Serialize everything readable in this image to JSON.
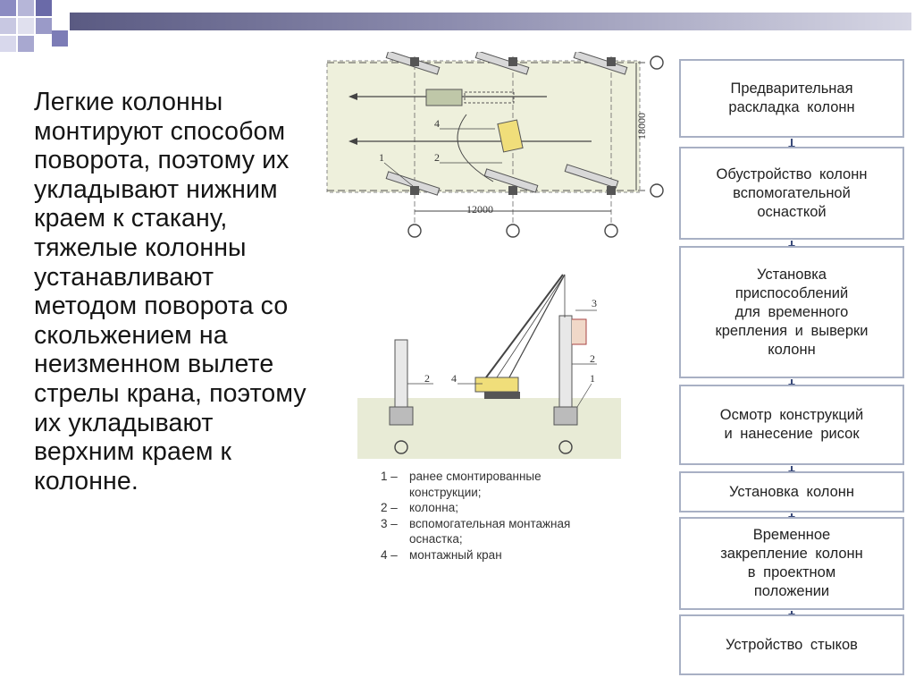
{
  "slide": {
    "body_text": "Легкие колонны монтируют способом поворота, поэтому их укладывают нижним краем к стакану, тяжелые колонны устанавливают методом поворота со скольжением на неизменном вылете стрелы крана, поэтому их укладывают верхним краем к колонне."
  },
  "plan": {
    "dim_width": "12000",
    "dim_height": "18000",
    "label_1": "1",
    "label_2": "2",
    "label_4": "4"
  },
  "elevation": {
    "label_1": "1",
    "label_2a": "2",
    "label_2b": "2",
    "label_3": "3",
    "label_4": "4"
  },
  "legend": [
    {
      "num": "1 –",
      "text": "ранее смонтированные\nконструкции;"
    },
    {
      "num": "2 –",
      "text": "колонна;"
    },
    {
      "num": "3 –",
      "text": "вспомогательная монтажная\nоснастка;"
    },
    {
      "num": "4 –",
      "text": "монтажный кран"
    }
  ],
  "flow_steps": [
    "Предварительная\nраскладка колонн",
    "Обустройство колонн\nвспомогательной\nоснасткой",
    "Установка\nприспособлений\nдля временного\nкрепления и выверки\nколонн",
    "Осмотр конструкций\nи нанесение рисок",
    "Установка колонн",
    "Временное\nзакрепление колонн\nв проектном\nположении",
    "Устройство стыков"
  ],
  "colors": {
    "plan_fill": "#eef0dc",
    "crane_yellow": "#f0de7a",
    "column_fill": "#e8e8e8",
    "flow_border": "#a8b0c4",
    "arrow": "#3a4a7a",
    "header_dark": "#5a5a82"
  }
}
